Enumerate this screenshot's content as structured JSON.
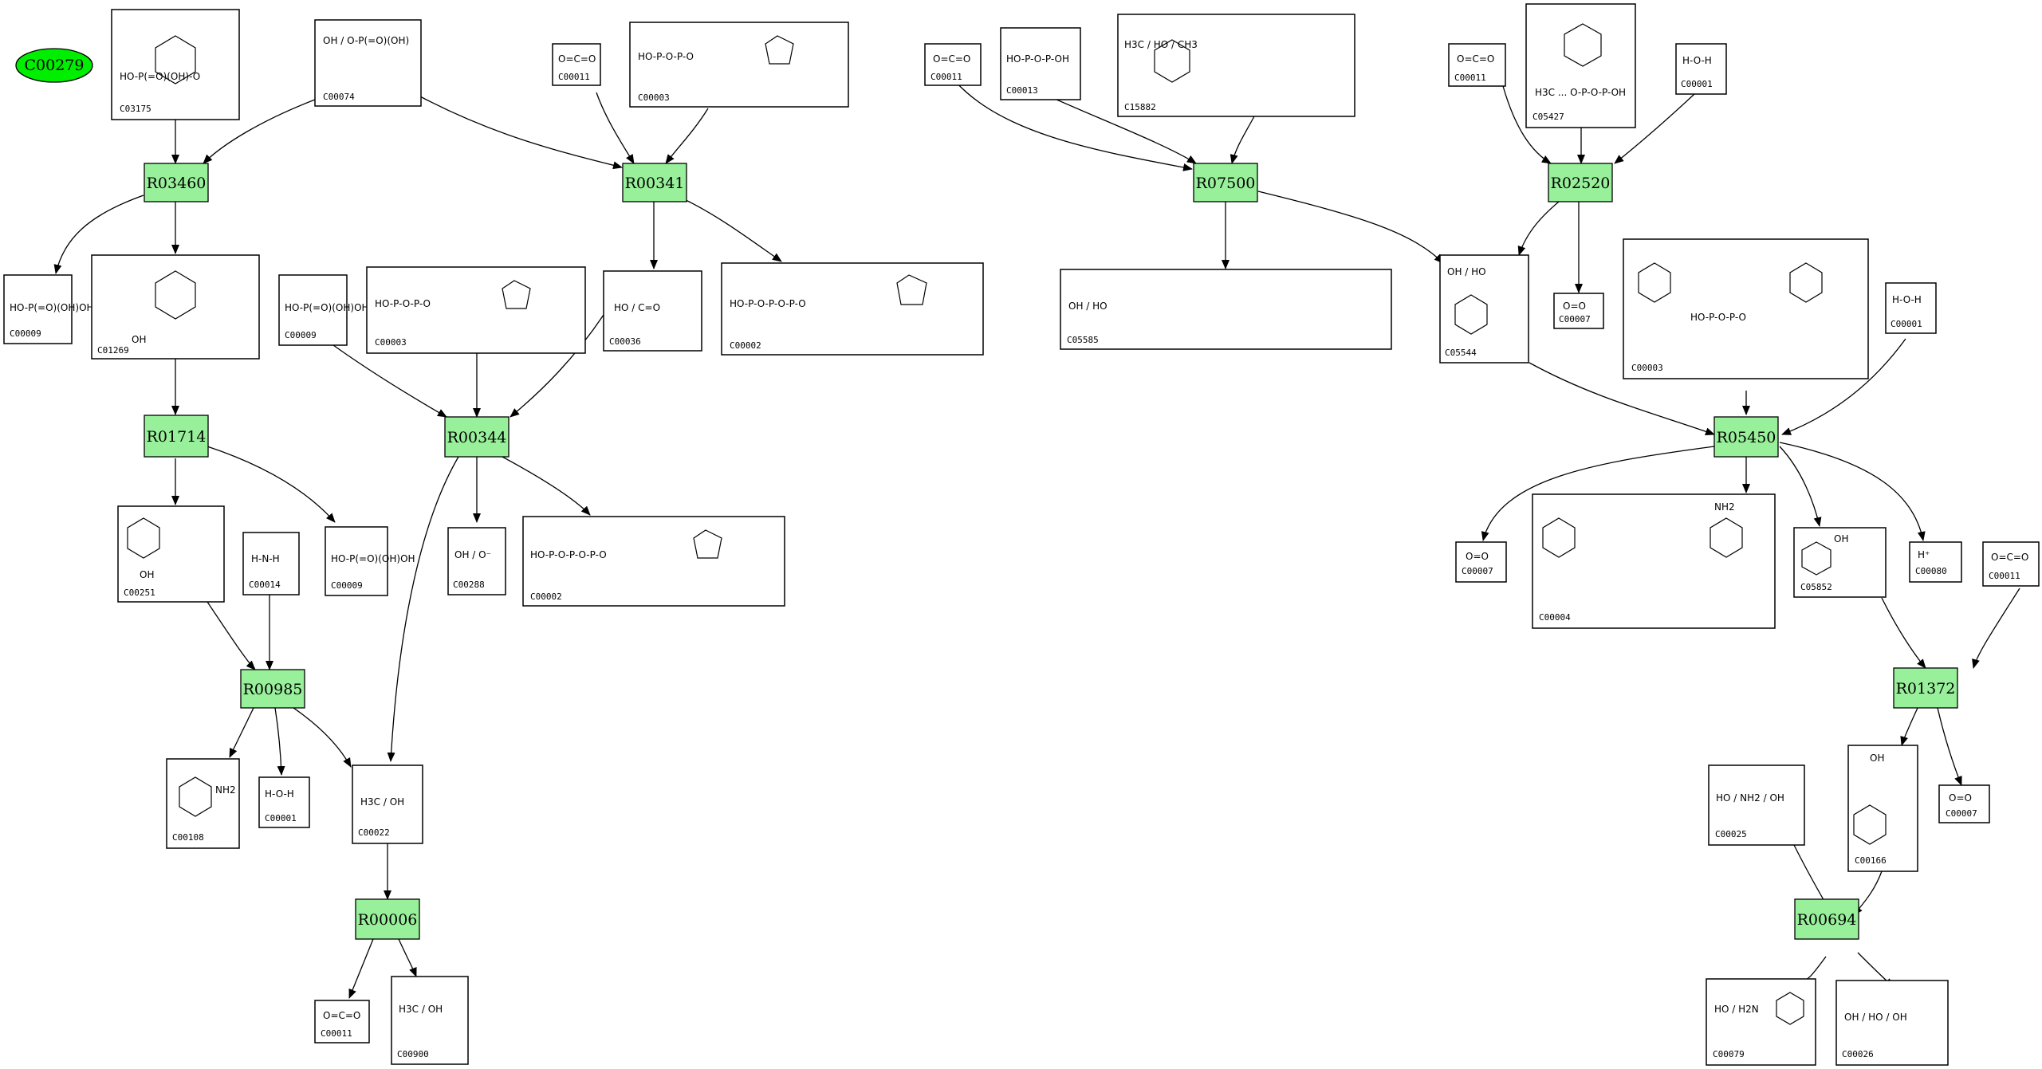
{
  "pathway": {
    "title_node": "C00279",
    "title_color": "#00ee00"
  },
  "colors": {
    "reaction_fill": "#98f09a",
    "title_fill": "#00ee00",
    "edge": "#000000"
  },
  "reactions": [
    {
      "id": "R03460"
    },
    {
      "id": "R00341"
    },
    {
      "id": "R01714"
    },
    {
      "id": "R00344"
    },
    {
      "id": "R00985"
    },
    {
      "id": "R00006"
    },
    {
      "id": "R07500"
    },
    {
      "id": "R02520"
    },
    {
      "id": "R05450"
    },
    {
      "id": "R01372"
    },
    {
      "id": "R00694"
    }
  ],
  "compounds": [
    {
      "id": "C03175",
      "formula": "HO-P(=O)(OH)-O"
    },
    {
      "id": "C00074",
      "formula": "OH / O-P(=O)(OH)"
    },
    {
      "id": "C00011",
      "formula": "O=C=O"
    },
    {
      "id": "C00003",
      "formula": "HO-P-O-P-O"
    },
    {
      "id": "C00009",
      "formula": "HO-P(=O)(OH)OH"
    },
    {
      "id": "C01269",
      "formula": "OH"
    },
    {
      "id": "C00036",
      "formula": "HO / C=O"
    },
    {
      "id": "C00002",
      "formula": "HO-P-O-P-O-P-O"
    },
    {
      "id": "C00251",
      "formula": "OH"
    },
    {
      "id": "C00014",
      "formula": "H-N-H"
    },
    {
      "id": "C00288",
      "formula": "OH / O⁻"
    },
    {
      "id": "C00108",
      "formula": "NH2"
    },
    {
      "id": "C00001",
      "formula": "H-O-H"
    },
    {
      "id": "C00022",
      "formula": "H3C / OH"
    },
    {
      "id": "C00900",
      "formula": "H3C / OH"
    },
    {
      "id": "C00013",
      "formula": "HO-P-O-P-OH"
    },
    {
      "id": "C15882",
      "formula": "H3C / HO / CH3"
    },
    {
      "id": "C05427",
      "formula": "H3C ... O-P-O-P-OH"
    },
    {
      "id": "C05585",
      "formula": "OH / HO"
    },
    {
      "id": "C05544",
      "formula": "OH / HO"
    },
    {
      "id": "C00007",
      "formula": "O=O"
    },
    {
      "id": "C00004",
      "formula": "NH2"
    },
    {
      "id": "C05852",
      "formula": "OH"
    },
    {
      "id": "C00080",
      "formula": "H⁺"
    },
    {
      "id": "C00025",
      "formula": "HO / NH2 / OH"
    },
    {
      "id": "C00166",
      "formula": "OH"
    },
    {
      "id": "C00079",
      "formula": "HO / H2N"
    },
    {
      "id": "C00026",
      "formula": "OH / HO / OH"
    }
  ]
}
